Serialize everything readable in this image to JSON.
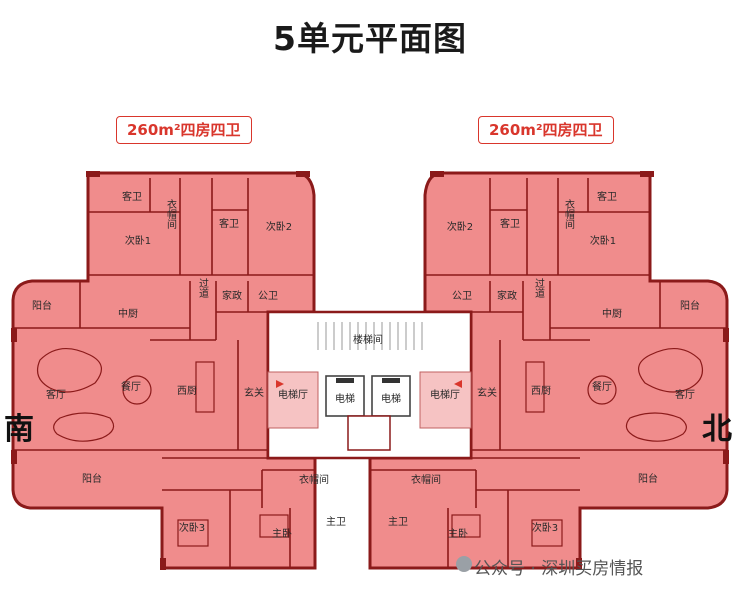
{
  "title": "5单元平面图",
  "badges": {
    "left": "260m²四房四卫",
    "right": "260m²四房四卫"
  },
  "directions": {
    "south": "南",
    "north": "北"
  },
  "watermark": "公众号 · 深圳买房情报",
  "colors": {
    "unit_fill": "#f08c8c",
    "core_fill": "#f6c3c3",
    "wall": "#8b1a1a",
    "accent": "#d9362c"
  },
  "rooms": {
    "left": {
      "guest_bath_top": "客卫",
      "closet_top": "衣帽间",
      "bath_top": "客卫",
      "bedroom1": "次卧1",
      "bedroom2": "次卧2",
      "hallway": "过道",
      "laundry": "家政",
      "public_bath": "公卫",
      "balcony_top": "阳台",
      "kitchen": "中厨",
      "living": "客厅",
      "dining": "餐厅",
      "western_kitchen": "西厨",
      "foyer": "玄关",
      "balcony_bottom": "阳台",
      "closet_bottom": "衣帽间",
      "bedroom3": "次卧3",
      "master": "主卧",
      "master_bath": "主卫"
    },
    "right": {
      "guest_bath_top": "客卫",
      "closet_top": "衣帽间",
      "bath_top": "客卫",
      "bedroom1": "次卧1",
      "bedroom2": "次卧2",
      "hallway": "过道",
      "laundry": "家政",
      "public_bath": "公卫",
      "balcony_top": "阳台",
      "kitchen": "中厨",
      "living": "客厅",
      "dining": "餐厅",
      "western_kitchen": "西厨",
      "foyer": "玄关",
      "balcony_bottom": "阳台",
      "closet_bottom": "衣帽间",
      "bedroom3": "次卧3",
      "master": "主卧",
      "master_bath": "主卫"
    },
    "core": {
      "stairs": "楼梯间",
      "elevator_hall_left": "电梯厅",
      "elevator_hall_right": "电梯厅",
      "elevator_1": "电梯",
      "elevator_2": "电梯"
    }
  }
}
